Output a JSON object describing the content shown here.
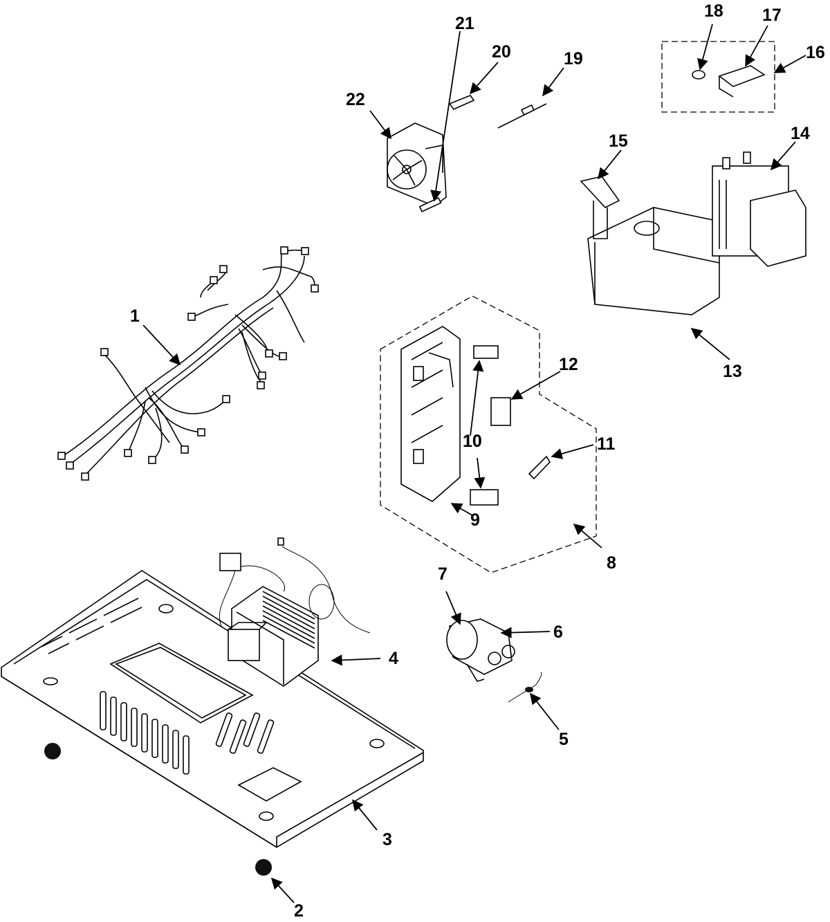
{
  "diagram": {
    "callouts": [
      {
        "id": "1",
        "label": "1"
      },
      {
        "id": "2",
        "label": "2"
      },
      {
        "id": "3",
        "label": "3"
      },
      {
        "id": "4",
        "label": "4"
      },
      {
        "id": "5",
        "label": "5"
      },
      {
        "id": "6",
        "label": "6"
      },
      {
        "id": "7",
        "label": "7"
      },
      {
        "id": "8",
        "label": "8"
      },
      {
        "id": "9",
        "label": "9"
      },
      {
        "id": "10",
        "label": "10"
      },
      {
        "id": "10b",
        "label": "10"
      },
      {
        "id": "11",
        "label": "11"
      },
      {
        "id": "12",
        "label": "12"
      },
      {
        "id": "13",
        "label": "13"
      },
      {
        "id": "14",
        "label": "14"
      },
      {
        "id": "15",
        "label": "15"
      },
      {
        "id": "16",
        "label": "16"
      },
      {
        "id": "17",
        "label": "17"
      },
      {
        "id": "18",
        "label": "18"
      },
      {
        "id": "19",
        "label": "19"
      },
      {
        "id": "20",
        "label": "20"
      },
      {
        "id": "21",
        "label": "21"
      },
      {
        "id": "22",
        "label": "22"
      }
    ]
  }
}
